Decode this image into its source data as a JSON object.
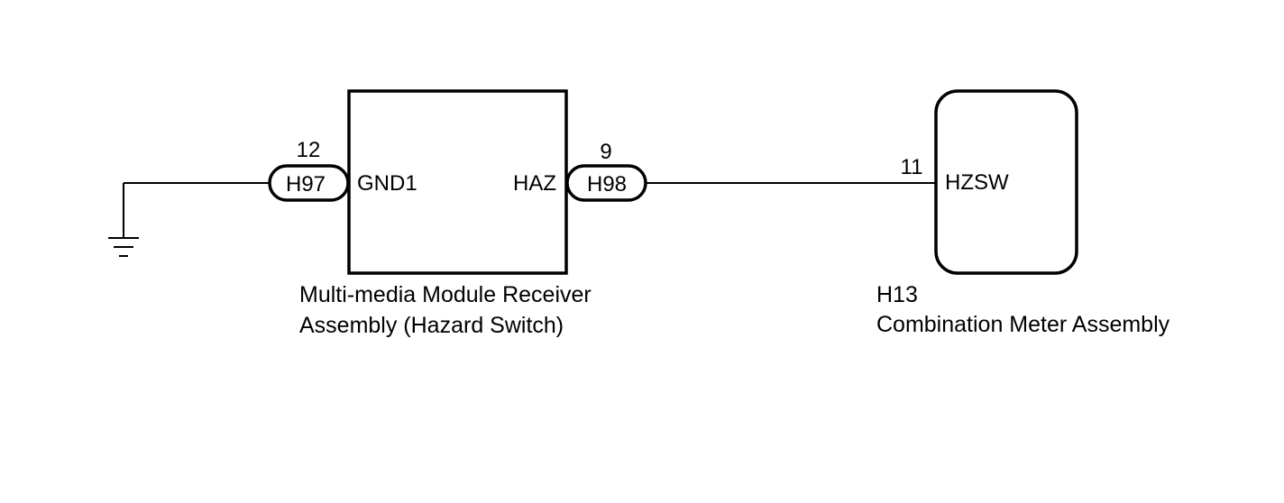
{
  "multimedia_module": {
    "caption_line1": "Multi-media Module Receiver",
    "caption_line2": "Assembly (Hazard Switch)",
    "terminal_left": "GND1",
    "terminal_right": "HAZ"
  },
  "connector_h97": {
    "label": "H97",
    "pin": "12"
  },
  "connector_h98": {
    "label": "H98",
    "pin": "9"
  },
  "combination_meter": {
    "connector_code": "H13",
    "caption": "Combination Meter Assembly",
    "terminal": "HZSW",
    "pin": "11"
  },
  "colors": {
    "line": "#000000",
    "background": "#ffffff"
  }
}
